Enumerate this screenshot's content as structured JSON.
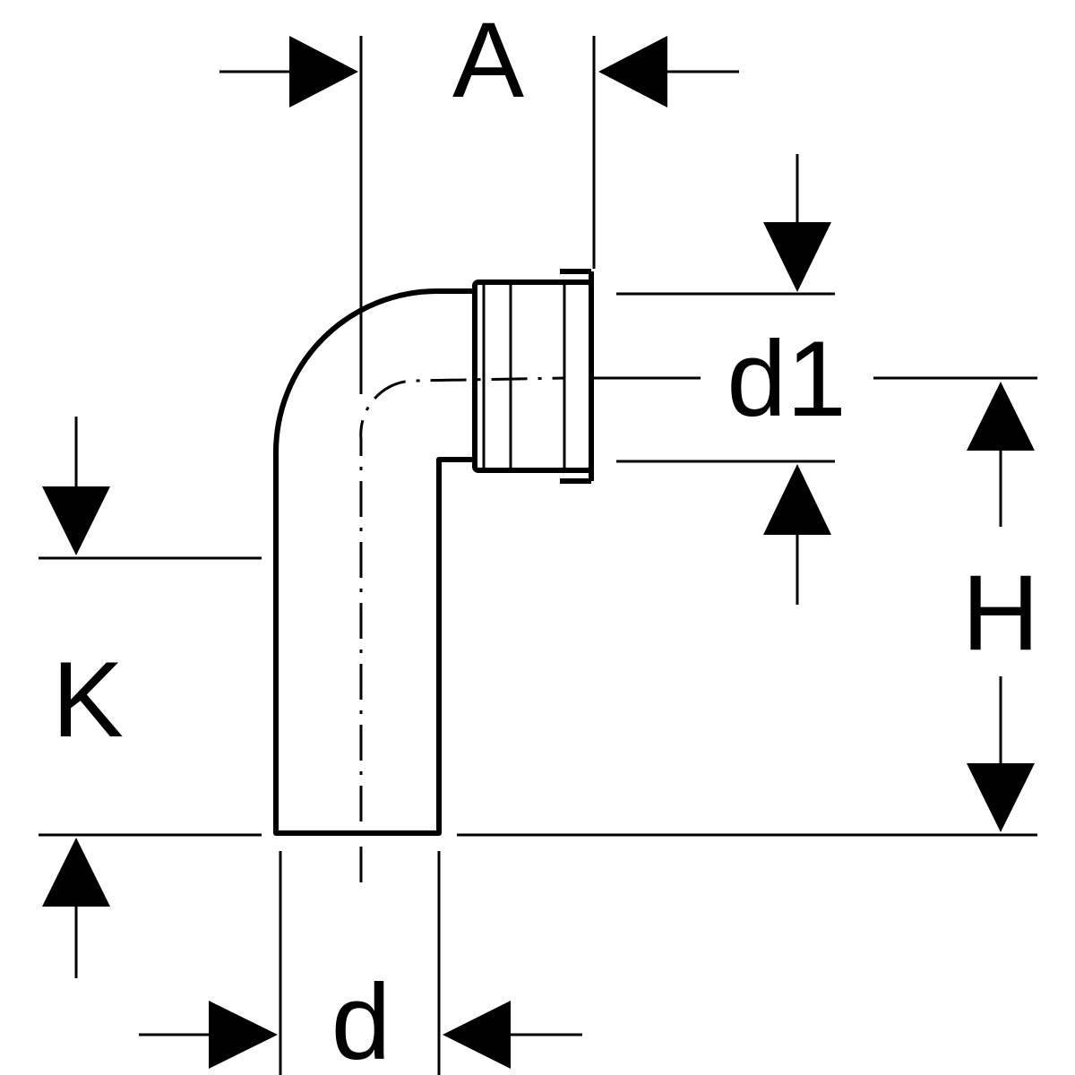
{
  "labels": {
    "A": "A",
    "d1": "d1",
    "H": "H",
    "K": "K",
    "d": "d"
  }
}
